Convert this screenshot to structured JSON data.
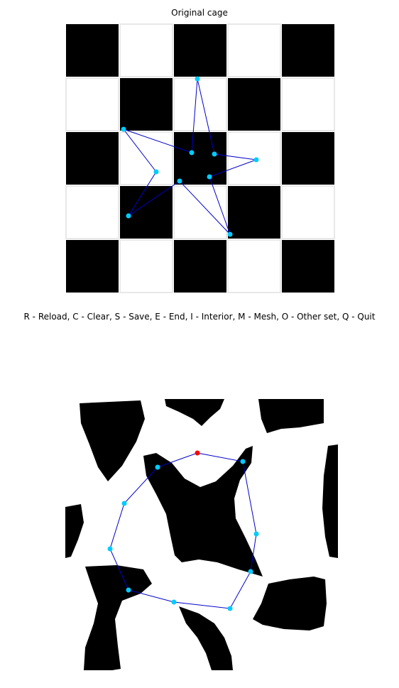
{
  "window": {
    "title": "Original cage",
    "instructions": "R - Reload, C - Clear, S - Save, E - End, I - Interior, M - Mesh, O - Other set, Q - Quit"
  },
  "colors": {
    "background": "#ffffff",
    "board_black": "#000000",
    "cage_line": "#0000cc",
    "vertex": "#00ccff",
    "selected_vertex": "#ff0000",
    "grid_gap": "#e8e8e8"
  },
  "original_cage": {
    "board_size": 5,
    "vertex_count": 10,
    "shape": "star"
  },
  "deformed_cage": {
    "vertex_count": 10,
    "selected_vertex_index": 0,
    "shape": "deformed-checkerboard"
  }
}
